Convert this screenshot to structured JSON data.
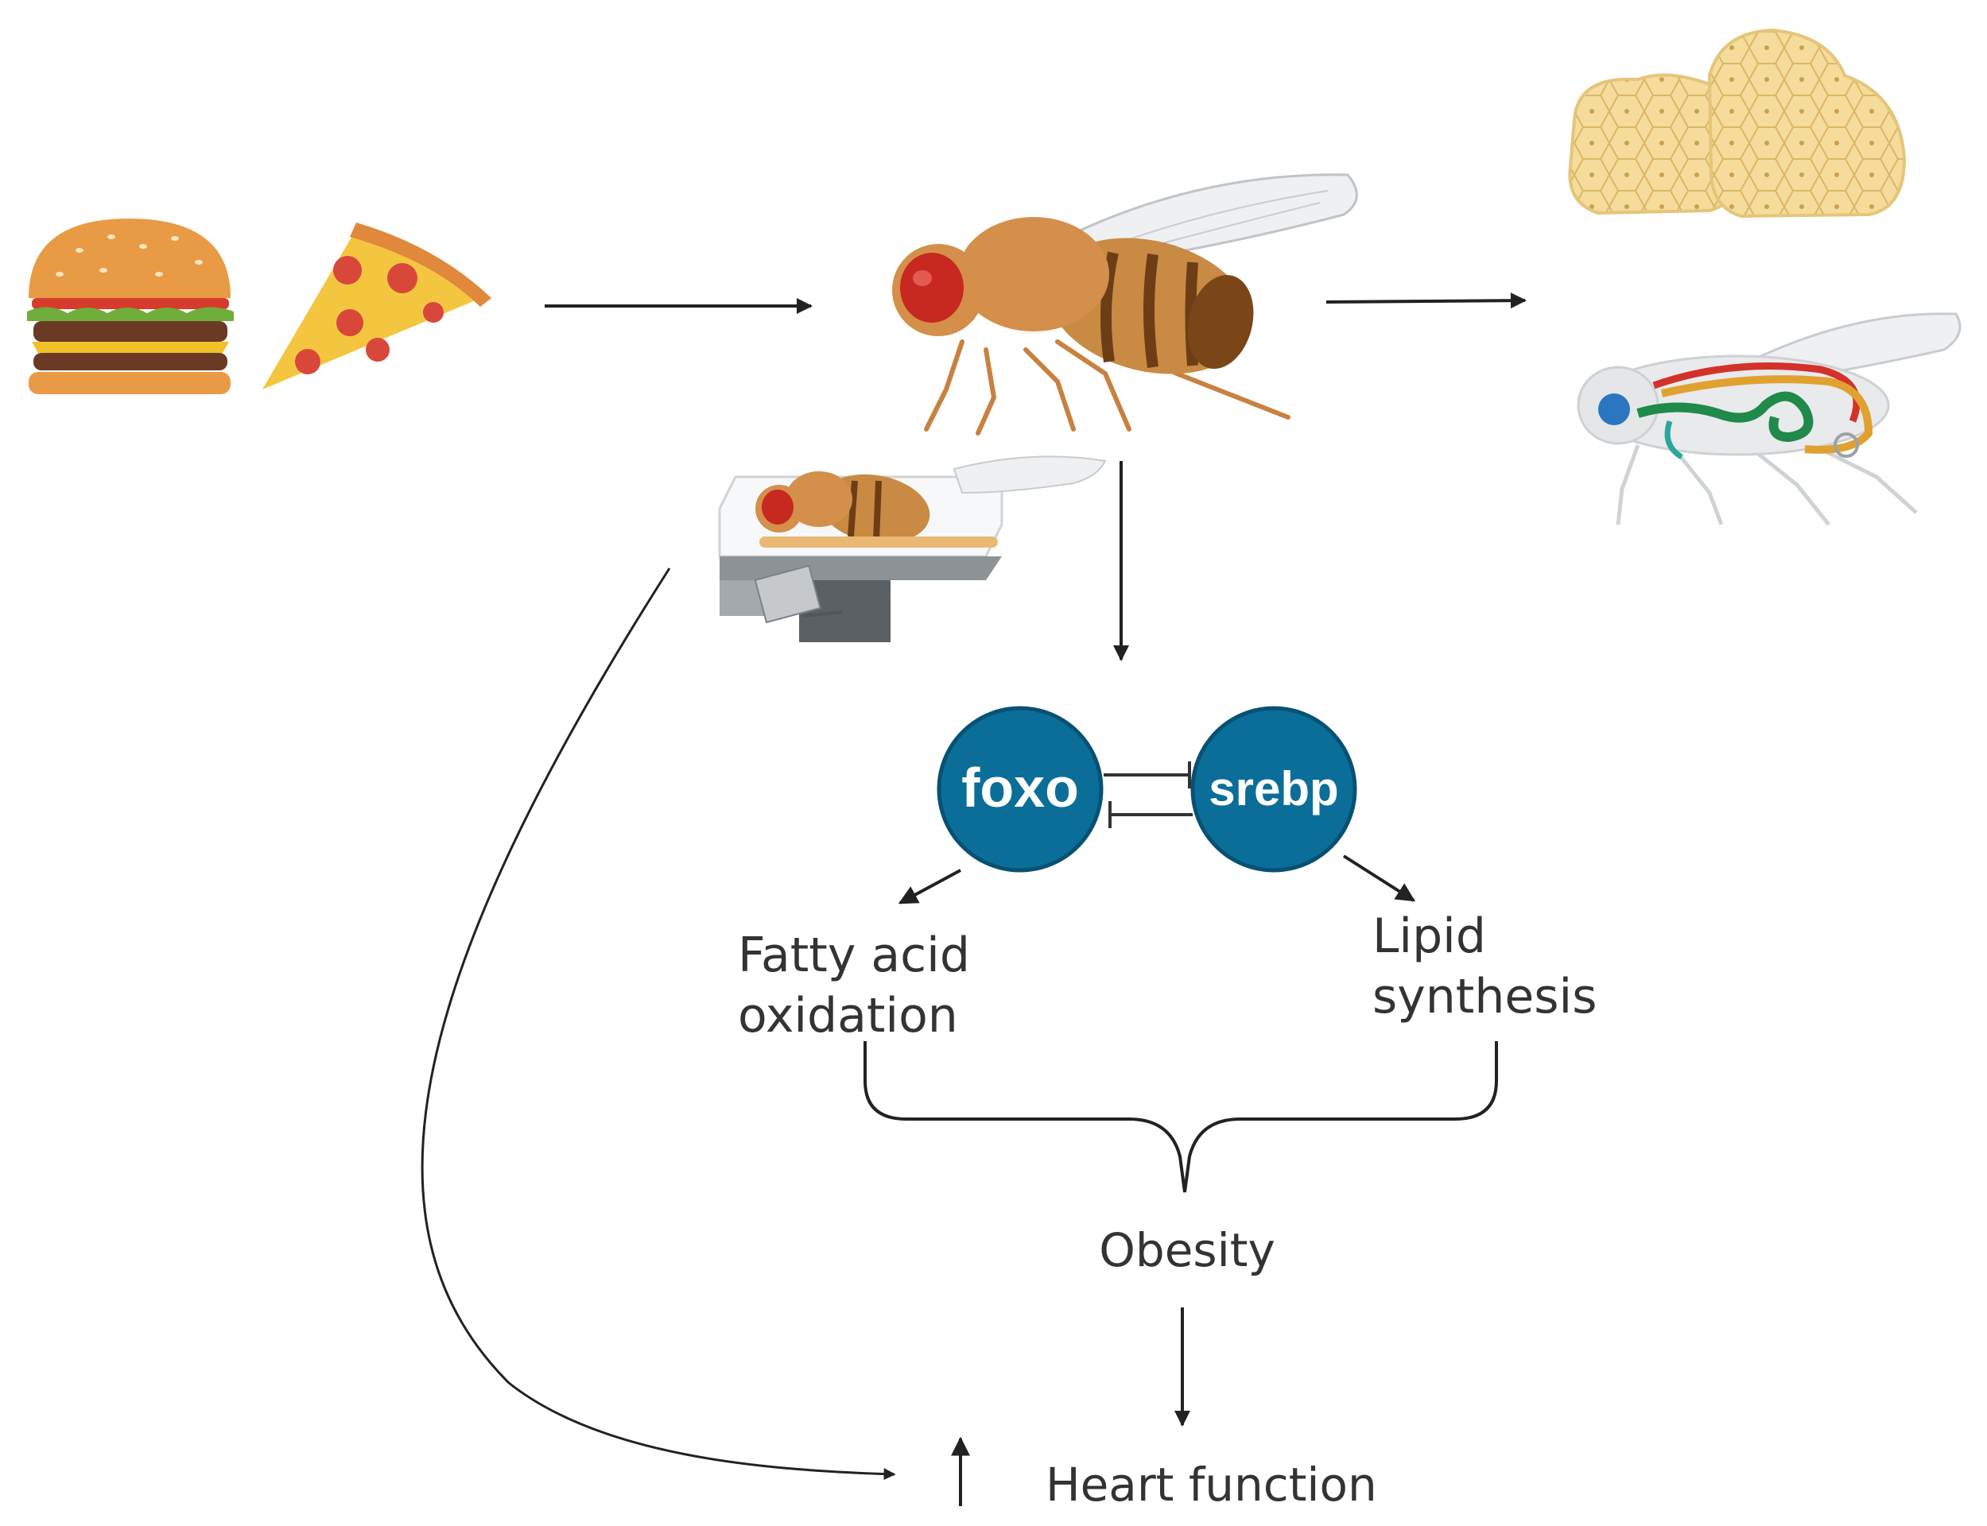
{
  "nodes": {
    "foxo": "foxo",
    "srebp": "srebp"
  },
  "labels": {
    "fatty_acid_line1": "Fatty acid",
    "fatty_acid_line2": "oxidation",
    "lipid_line1": "Lipid",
    "lipid_line2": "synthesis",
    "obesity": "Obesity",
    "heart_function": "Heart function",
    "increase_arrow": "↑"
  },
  "colors": {
    "node_fill": "#0b6e99",
    "node_stroke": "#075173",
    "text": "#333333",
    "arrow": "#222222",
    "fly_body": "#c8813f",
    "fly_eye": "#c7281f",
    "fat_tissue": "#f3d48c"
  },
  "icons": [
    "burger-icon",
    "pizza-icon",
    "fruit-fly-icon",
    "fly-heart-assay-icon",
    "fat-body-cells-icon",
    "fly-anatomy-icon"
  ]
}
